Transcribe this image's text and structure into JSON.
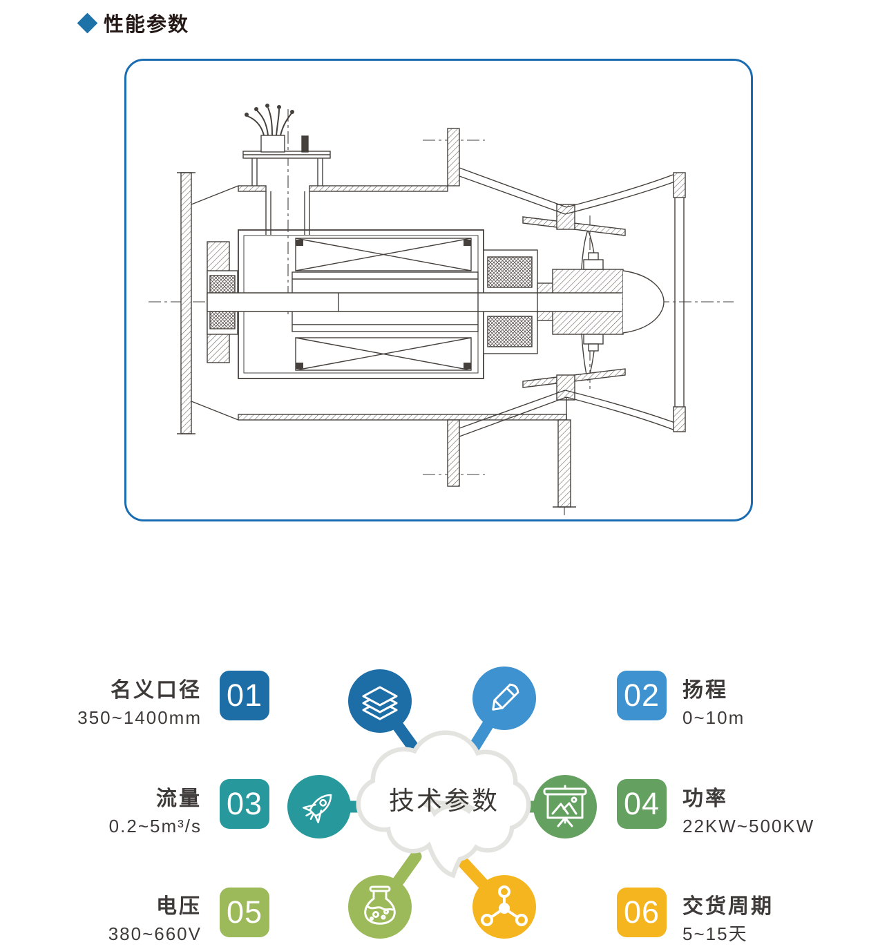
{
  "header": {
    "title": "性能参数",
    "bullet_icon": "diamond-icon"
  },
  "diagram": {
    "description": "axial-flow submersible pump cross-section technical drawing"
  },
  "infographic": {
    "center_label": "技术参数",
    "items": [
      {
        "num": "01",
        "title": "名义口径",
        "value": "350~1400mm",
        "color": "#1d6ea6",
        "icon": "layers-icon"
      },
      {
        "num": "02",
        "title": "扬程",
        "value": "0~10m",
        "color": "#3e92cf",
        "icon": "pencil-icon"
      },
      {
        "num": "03",
        "title": "流量",
        "value": "0.2~5m³/s",
        "color": "#27989c",
        "icon": "rocket-icon"
      },
      {
        "num": "04",
        "title": "功率",
        "value": "22KW~500KW",
        "color": "#64a161",
        "icon": "presentation-icon"
      },
      {
        "num": "05",
        "title": "电压",
        "value": "380~660V",
        "color": "#9cba59",
        "icon": "flask-icon"
      },
      {
        "num": "06",
        "title": "交货周期",
        "value": "5~15天",
        "color": "#f5b51f",
        "icon": "molecule-icon"
      }
    ],
    "colors": {
      "cloud_outline": "#e3e3e0",
      "text_dark": "#3e3a39",
      "card_border": "#1a6cb2"
    }
  }
}
